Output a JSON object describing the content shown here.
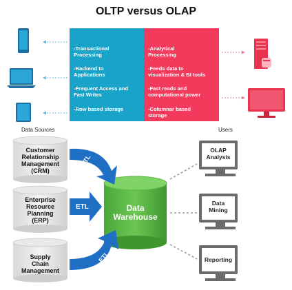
{
  "title": "OLTP versus OLAP",
  "oltp": {
    "items": [
      {
        "lines": [
          "-Transactional",
          "Processing"
        ]
      },
      {
        "lines": [
          "-Backend to",
          "Applications"
        ]
      },
      {
        "lines": [
          "-Frequent Access and",
          "Fast Writes"
        ]
      },
      {
        "lines": [
          "-Row based storage"
        ]
      }
    ],
    "color": "#1aa3c9"
  },
  "olap": {
    "items": [
      {
        "lines": [
          "-Analytical",
          "Processing"
        ]
      },
      {
        "lines": [
          "-Feeds data to",
          "visualization & BI tools"
        ]
      },
      {
        "lines": [
          "-Fast reads and",
          "computational power"
        ]
      },
      {
        "lines": [
          "-Columnar based",
          "storage"
        ]
      }
    ],
    "color": "#f23b5c"
  },
  "labels": {
    "data_sources": "Data Sources",
    "users": "Users"
  },
  "sources": [
    {
      "lines": [
        "Customer",
        "Relationship",
        "Management",
        "(CRM)"
      ]
    },
    {
      "lines": [
        "Enterprise",
        "Resource",
        "Planning",
        "(ERP)"
      ]
    },
    {
      "lines": [
        "Supply",
        "Chain",
        "Management"
      ]
    }
  ],
  "etl_label": "ETL",
  "warehouse": {
    "lines": [
      "Data",
      "Warehouse"
    ]
  },
  "users": [
    {
      "lines": [
        "OLAP",
        "Analysis"
      ]
    },
    {
      "lines": [
        "Data",
        "Mining"
      ]
    },
    {
      "lines": [
        "Reporting"
      ]
    }
  ]
}
